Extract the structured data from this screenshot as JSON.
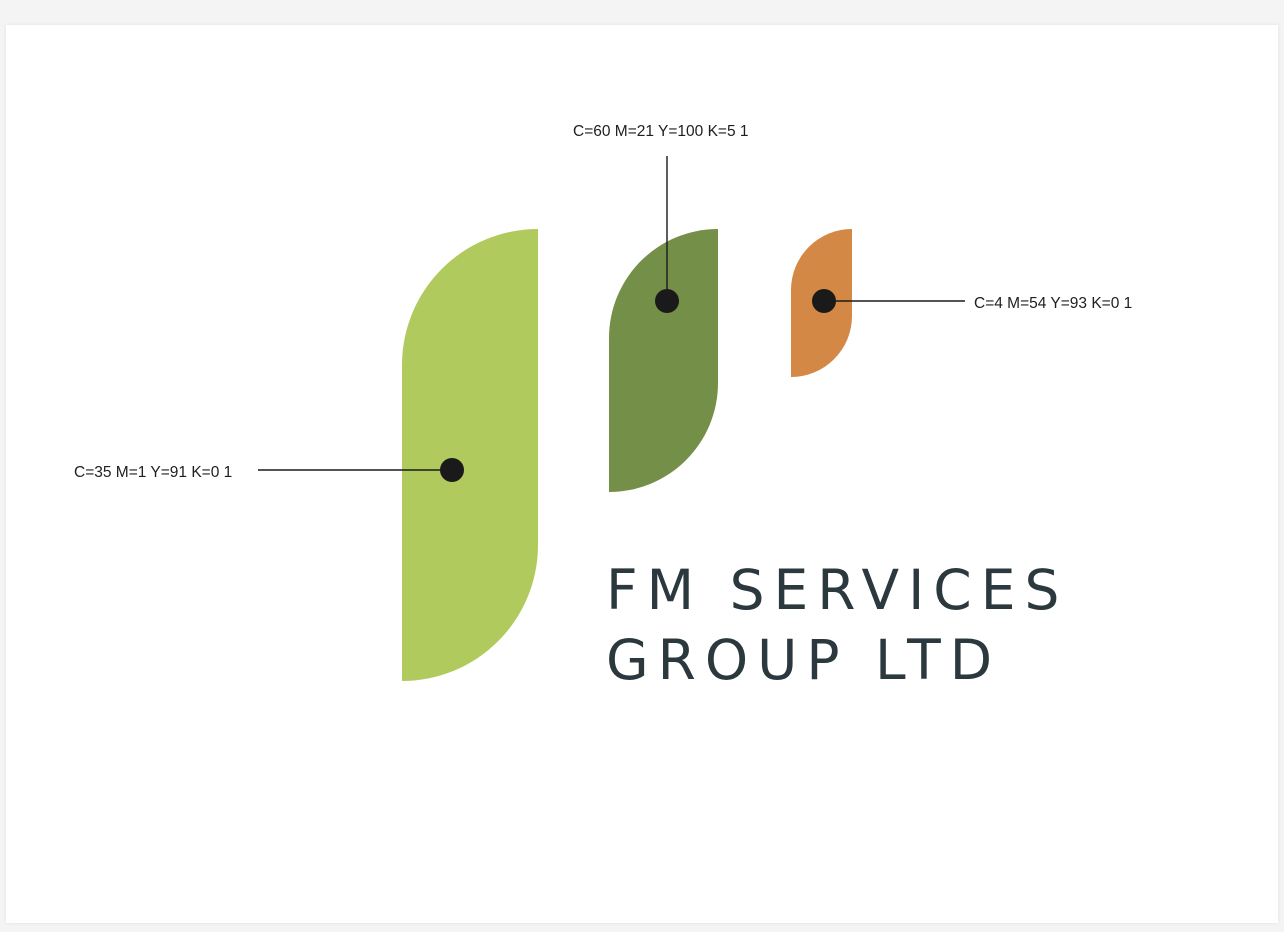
{
  "colors": {
    "light_green": "#b0ca5e",
    "dark_green": "#748f47",
    "orange": "#d48846",
    "text": "#2b383e",
    "callout": "#1a1a1a"
  },
  "swatches": {
    "light_green": {
      "label": "C=35 M=1 Y=91 K=0 1"
    },
    "dark_green": {
      "label": "C=60 M=21 Y=100 K=5 1"
    },
    "orange": {
      "label": "C=4 M=54 Y=93 K=0 1"
    }
  },
  "brand": {
    "line1": "FM SERVICES",
    "line2": "GROUP LTD"
  }
}
